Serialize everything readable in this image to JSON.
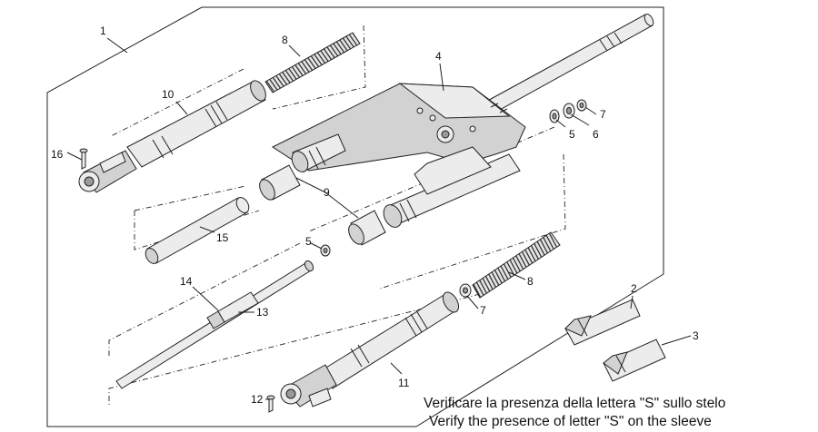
{
  "diagram": {
    "callouts": [
      {
        "id": "c1",
        "label": "1"
      },
      {
        "id": "c2",
        "label": "2"
      },
      {
        "id": "c3",
        "label": "3"
      },
      {
        "id": "c4",
        "label": "4"
      },
      {
        "id": "c5a",
        "label": "5"
      },
      {
        "id": "c5b",
        "label": "5"
      },
      {
        "id": "c6",
        "label": "6"
      },
      {
        "id": "c7a",
        "label": "7"
      },
      {
        "id": "c7b",
        "label": "7"
      },
      {
        "id": "c8a",
        "label": "8"
      },
      {
        "id": "c8b",
        "label": "8"
      },
      {
        "id": "c9",
        "label": "9"
      },
      {
        "id": "c10",
        "label": "10"
      },
      {
        "id": "c11",
        "label": "11"
      },
      {
        "id": "c12",
        "label": "12"
      },
      {
        "id": "c13",
        "label": "13"
      },
      {
        "id": "c14",
        "label": "14"
      },
      {
        "id": "c15",
        "label": "15"
      },
      {
        "id": "c16",
        "label": "16"
      }
    ],
    "note_it": "Verificare la presenza della lettera \"S\" sullo stelo",
    "note_en": "Verify the presence of letter \"S\" on the sleeve"
  }
}
